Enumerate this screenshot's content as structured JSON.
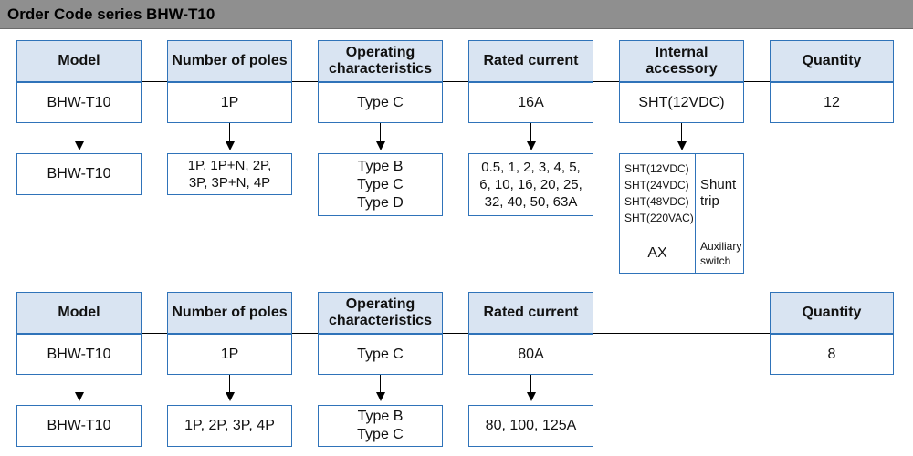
{
  "title": "Order Code series BHW-T10",
  "row1": {
    "headers": [
      "Model",
      "Number of poles",
      "Operating characteristics",
      "Rated current",
      "Internal accessory",
      "Quantity"
    ],
    "values": [
      "BHW-T10",
      "1P",
      "Type C",
      "16A",
      "SHT(12VDC)",
      "12"
    ],
    "options": {
      "model": "BHW-T10",
      "poles": [
        "1P, 1P+N, 2P,",
        "3P, 3P+N, 4P"
      ],
      "characteristics": [
        "Type B",
        "Type C",
        "Type D"
      ],
      "current": [
        "0.5, 1, 2, 3, 4, 5,",
        "6, 10, 16, 20, 25,",
        "32, 40, 50, 63A"
      ],
      "accessory": {
        "sht_items": [
          "SHT(12VDC)",
          "SHT(24VDC)",
          "SHT(48VDC)",
          "SHT(220VAC)"
        ],
        "sht_label": [
          "Shunt",
          "trip"
        ],
        "ax_item": "AX",
        "ax_label": [
          "Auxiliary",
          "switch"
        ]
      }
    }
  },
  "row2": {
    "headers": [
      "Model",
      "Number of poles",
      "Operating characteristics",
      "Rated current",
      "Quantity"
    ],
    "values": [
      "BHW-T10",
      "1P",
      "Type C",
      "80A",
      "8"
    ],
    "options": {
      "model": "BHW-T10",
      "poles": "1P, 2P, 3P, 4P",
      "characteristics": [
        "Type B",
        "Type C"
      ],
      "current": "80, 100, 125A"
    }
  }
}
